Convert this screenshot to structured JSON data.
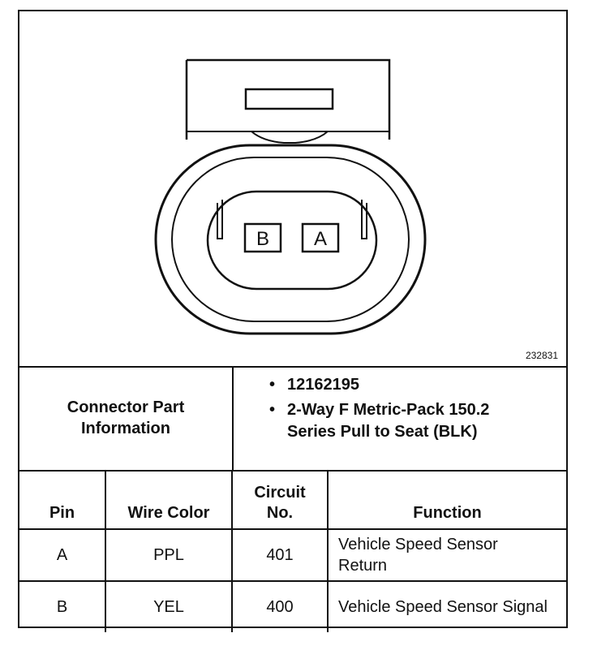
{
  "figure": {
    "number": "232831",
    "cavity_labels": [
      "B",
      "A"
    ]
  },
  "connector_info": {
    "label": "Connector Part Information",
    "items": [
      "12162195",
      "2-Way F Metric-Pack 150.2 Series Pull to Seat (BLK)"
    ]
  },
  "table": {
    "headers": {
      "pin": "Pin",
      "wire_color": "Wire Color",
      "circuit": "Circuit No.",
      "function": "Function"
    },
    "rows": [
      {
        "pin": "A",
        "wire_color": "PPL",
        "circuit": "401",
        "function": "Vehicle Speed Sensor Return"
      },
      {
        "pin": "B",
        "wire_color": "YEL",
        "circuit": "400",
        "function": "Vehicle Speed Sensor Signal"
      }
    ]
  }
}
